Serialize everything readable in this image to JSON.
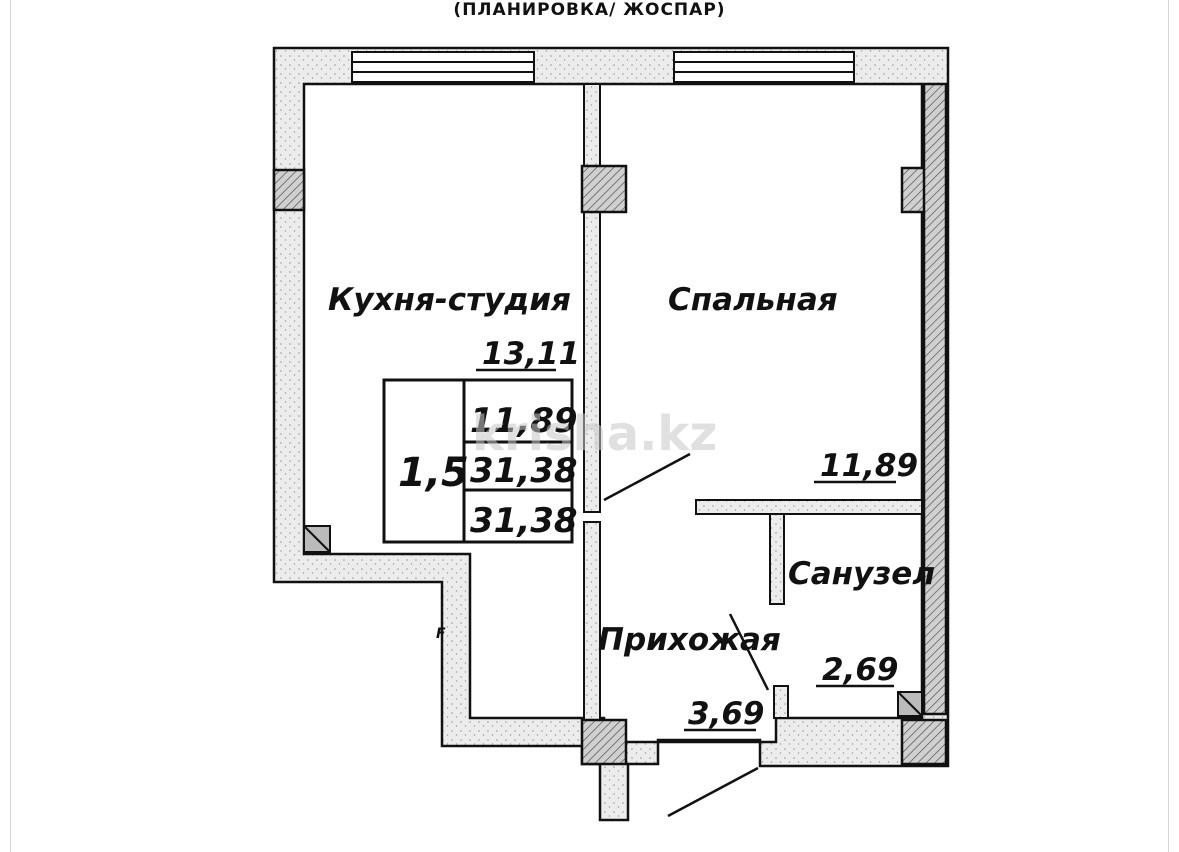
{
  "header": "(ПЛАНИРОВКА/ ЖОСПАР)",
  "rooms": [
    {
      "name": "Кухня-студия",
      "area": "13,11"
    },
    {
      "name": "Спальная",
      "area": "11,89"
    },
    {
      "name": "Санузел",
      "area": "2,69"
    },
    {
      "name": "Прихожая",
      "area": "3,69"
    }
  ],
  "summary": {
    "rooms_count": "1,5",
    "living_area": "11,89",
    "total_area_1": "31,38",
    "total_area_2": "31,38"
  },
  "watermark": "krisha.kz"
}
